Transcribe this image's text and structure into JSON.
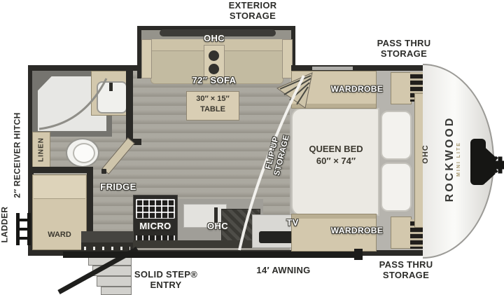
{
  "diagram": {
    "title": "Rockwood Mini Lite travel trailer floor plan",
    "brand": "ROCKWOOD",
    "series": "MINI LITE",
    "labels": {
      "exterior_storage": "EXTERIOR\nSTORAGE",
      "pass_thru_storage_top": "PASS THRU\nSTORAGE",
      "pass_thru_storage_bottom": "PASS THRU\nSTORAGE",
      "awning": "14′ AWNING",
      "solid_step_entry": "SOLID STEP®\nENTRY",
      "receiver_hitch": "2″ RECEIVER HITCH",
      "ladder": "LADDER",
      "ohc_slide": "OHC",
      "sofa": "72″ SOFA",
      "table": "30″ × 15″\nTABLE",
      "wardrobe_top": "WARDROBE",
      "wardrobe_bottom": "WARDROBE",
      "queen_bed": "QUEEN BED\n60″ × 74″",
      "ohc_bed": "OHC",
      "flip_up_storage": "FLIP-UP\nSTORAGE",
      "linen": "LINEN",
      "ward": "WARD",
      "fridge": "FRIDGE",
      "micro": "MICRO",
      "ohc_kitchen": "OHC",
      "tv": "TV"
    },
    "colors": {
      "wall": "#2b2a27",
      "floor": "#a7a49b",
      "cabinet": "#d3c8ad",
      "label_dark": "#2d2d2a",
      "brand_accent": "#a5976f"
    }
  }
}
